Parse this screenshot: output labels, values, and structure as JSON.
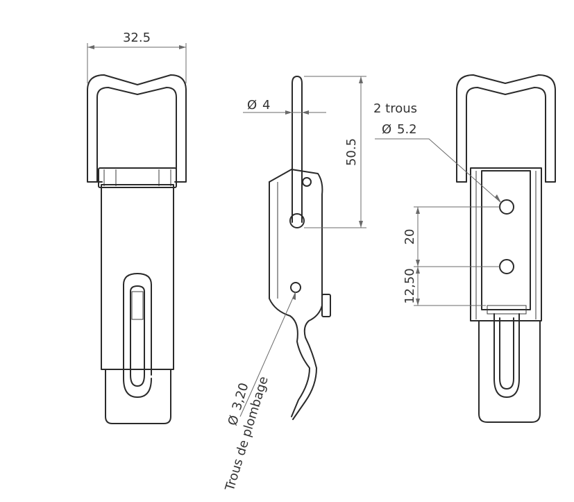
{
  "dimensions": {
    "overall_width": "32.5",
    "handle_diameter_symbol": "Ø",
    "handle_diameter_value": "4",
    "handle_length": "50.5",
    "holes_count_label": "2 trous",
    "holes_diameter_symbol": "Ø",
    "holes_diameter_value": "5.2",
    "hole_spacing": "20",
    "hole_offset": "12,50",
    "seal_hole_diameter_symbol": "Ø",
    "seal_hole_diameter_value": "3,20",
    "seal_hole_label": "Trous de plombage"
  },
  "colors": {
    "line": "#2a2a2a",
    "dimension": "#6a6a6a",
    "background": "#ffffff"
  }
}
